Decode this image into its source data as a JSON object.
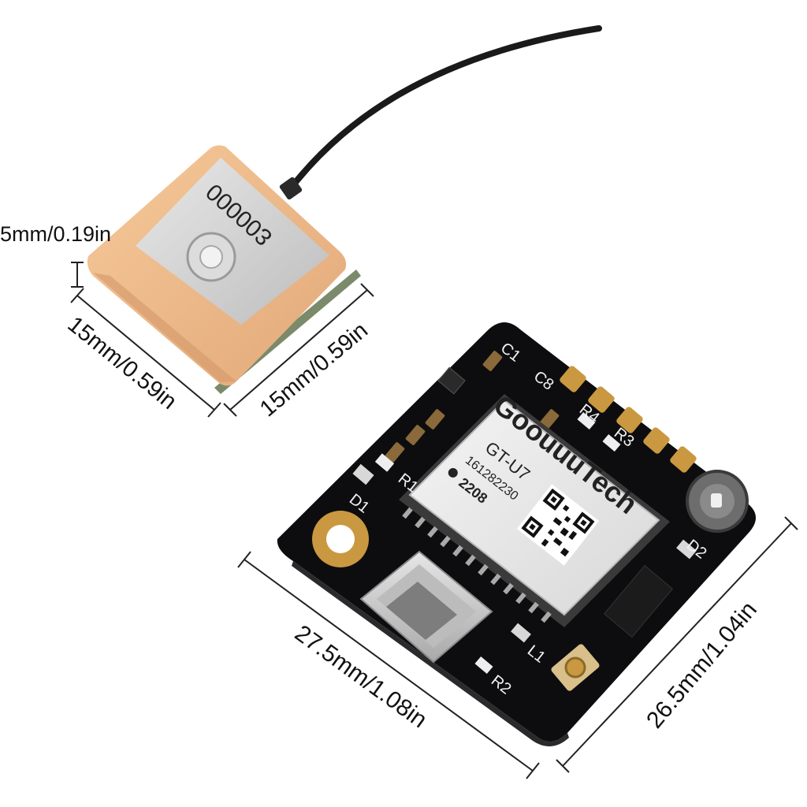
{
  "dimensions": {
    "antenna_height": "5mm/0.19in",
    "antenna_width_left": "15mm/0.59in",
    "antenna_width_right": "15mm/0.59in",
    "board_width": "27.5mm/1.08in",
    "board_height": "26.5mm/1.04in"
  },
  "antenna": {
    "marking": "000003"
  },
  "module": {
    "brand": "GoouuuTech",
    "model": "GT-U7",
    "serial": "161282230",
    "date_code": "2208"
  },
  "silkscreen": {
    "c1": "C1",
    "c8": "C8",
    "r4": "R4",
    "r3": "R3",
    "r1": "R1",
    "r2": "R2",
    "d1": "D1",
    "d2": "D2",
    "l1": "L1"
  }
}
